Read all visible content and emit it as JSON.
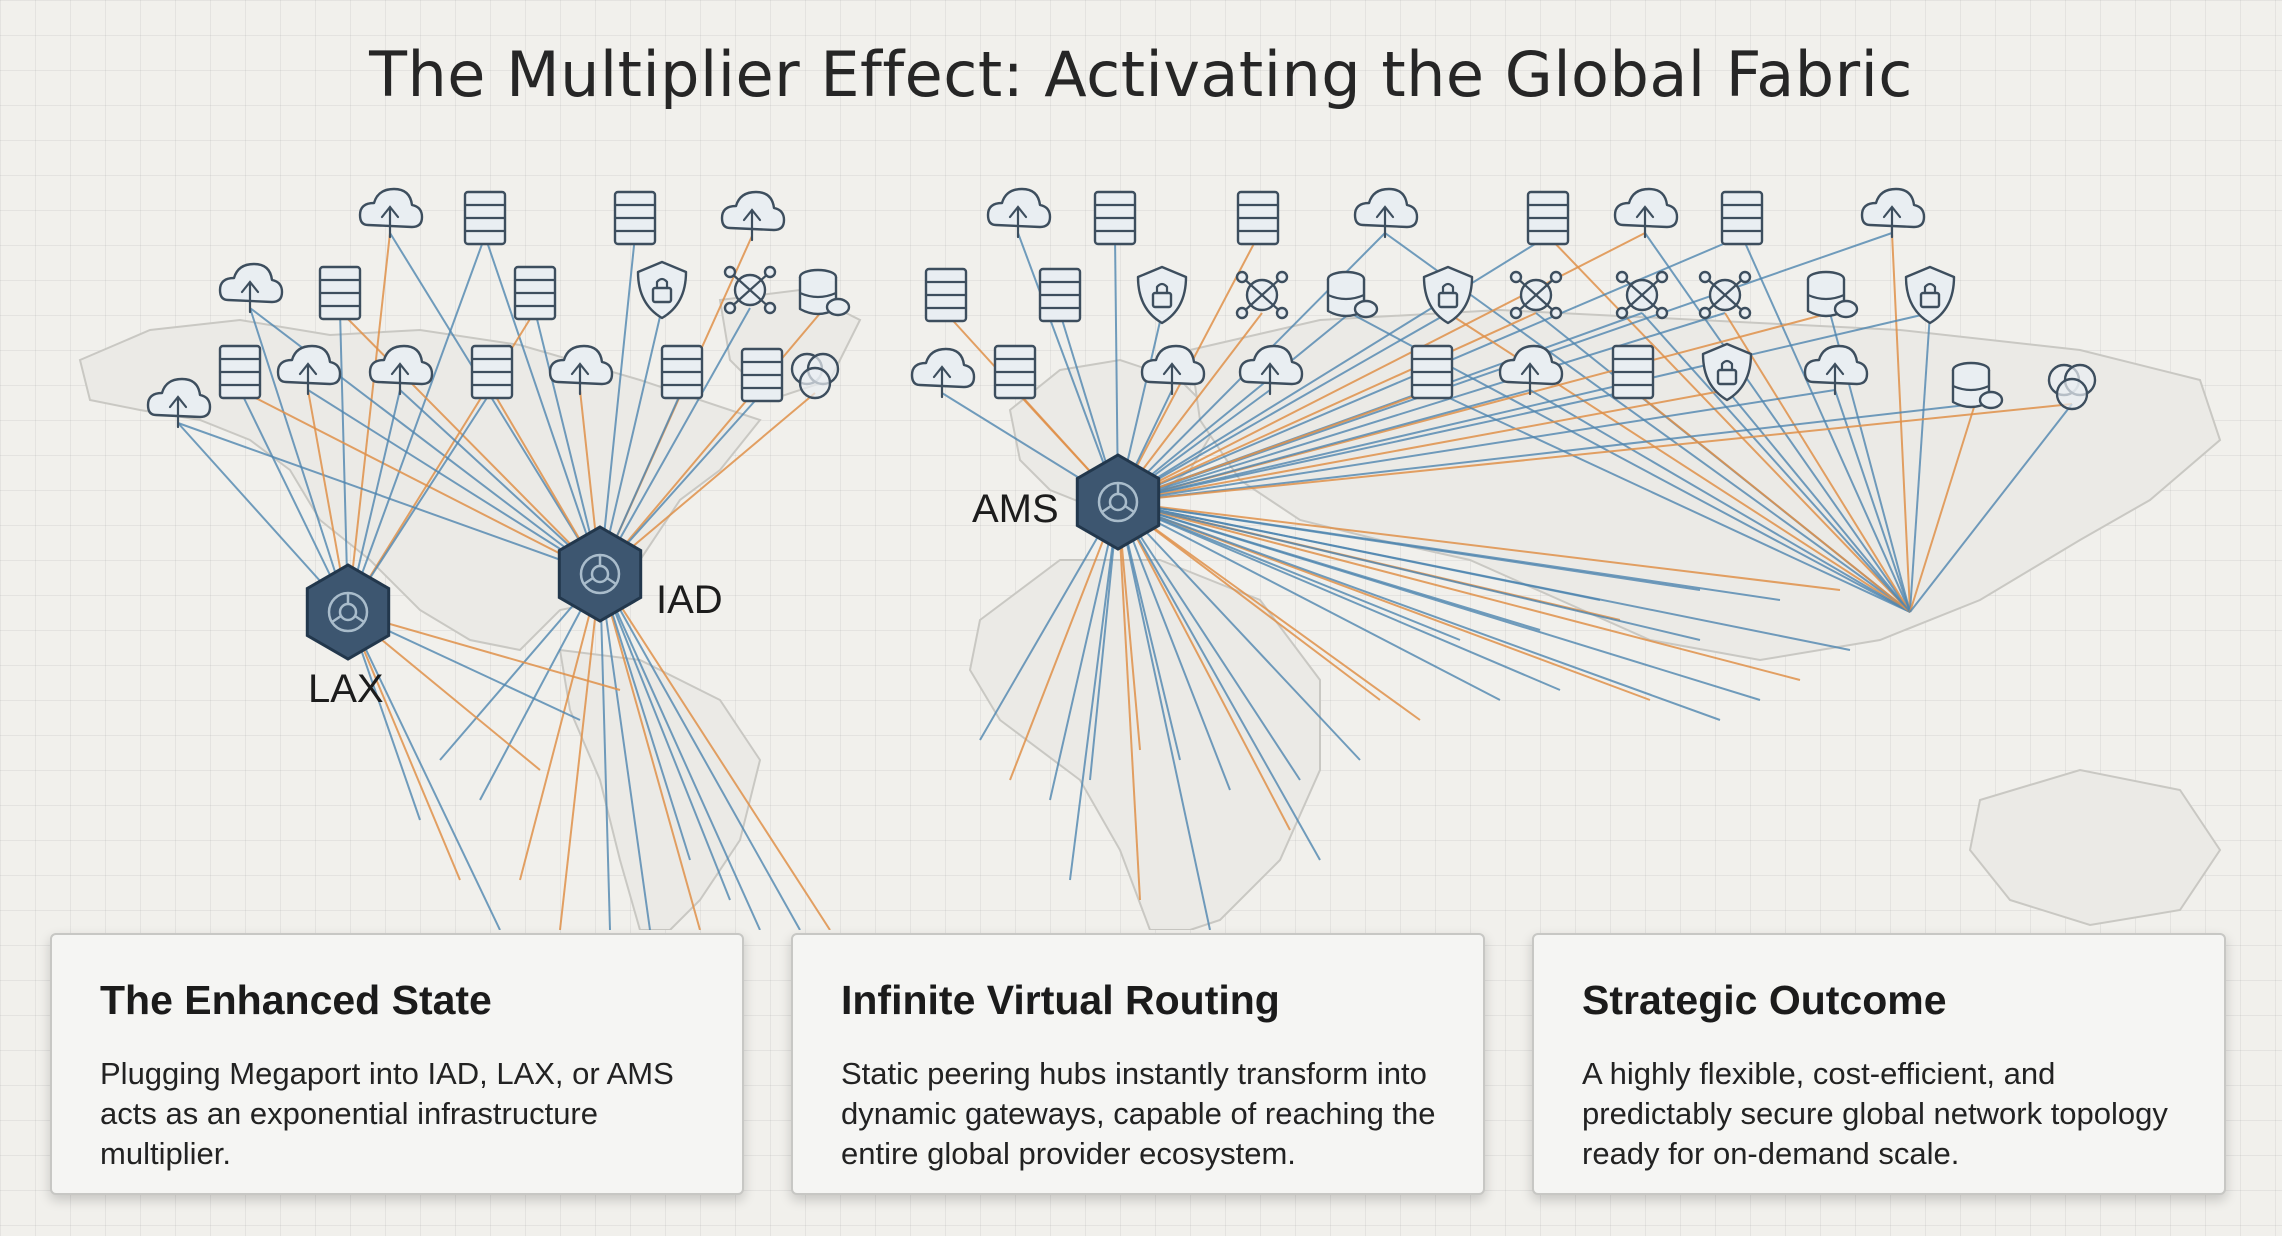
{
  "title": "The Multiplier Effect: Activating the Global Fabric",
  "hubs": {
    "lax": "LAX",
    "iad": "IAD",
    "ams": "AMS"
  },
  "colors": {
    "link_primary": "#4f86b0",
    "link_secondary": "#e0914a",
    "hub_fill": "#3d5670",
    "background": "#f1f0ec"
  },
  "cards": [
    {
      "title": "The Enhanced State",
      "body": "Plugging Megaport into IAD, LAX, or AMS acts as an exponential infrastructure multiplier."
    },
    {
      "title": "Infinite Virtual Routing",
      "body": "Static peering hubs instantly transform into dynamic gateways, capable of reaching the entire global provider ecosystem."
    },
    {
      "title": "Strategic Outcome",
      "body": "A highly flexible, cost-efficient, and predictably secure global network topology ready for on-demand scale."
    }
  ],
  "icon_types": [
    "cloud-upload-icon",
    "server-rack-icon",
    "shield-lock-icon",
    "network-nodes-icon",
    "database-icon",
    "overlap-circles-icon"
  ]
}
